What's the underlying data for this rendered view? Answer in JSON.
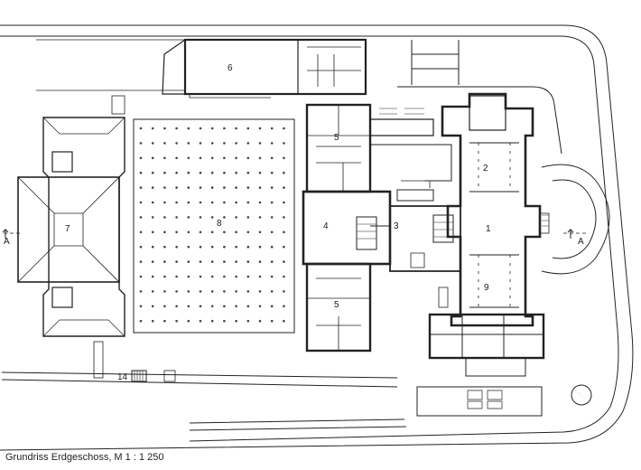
{
  "caption": "Grundriss Erdgeschoss, M 1 : 1 250",
  "room_labels": {
    "r1": "1",
    "r2": "2",
    "r3": "3",
    "r4": "4",
    "r5a": "5",
    "r5b": "5",
    "r6": "6",
    "r7": "7",
    "r8": "8",
    "r9": "9",
    "r14": "14"
  },
  "section_marks": {
    "left": "A",
    "right": "A"
  },
  "north_arrow_icon": "north-arrow-icon",
  "colors": {
    "line": "#1a1a1a",
    "wall": "#2a2a2a",
    "paper": "#ffffff"
  }
}
